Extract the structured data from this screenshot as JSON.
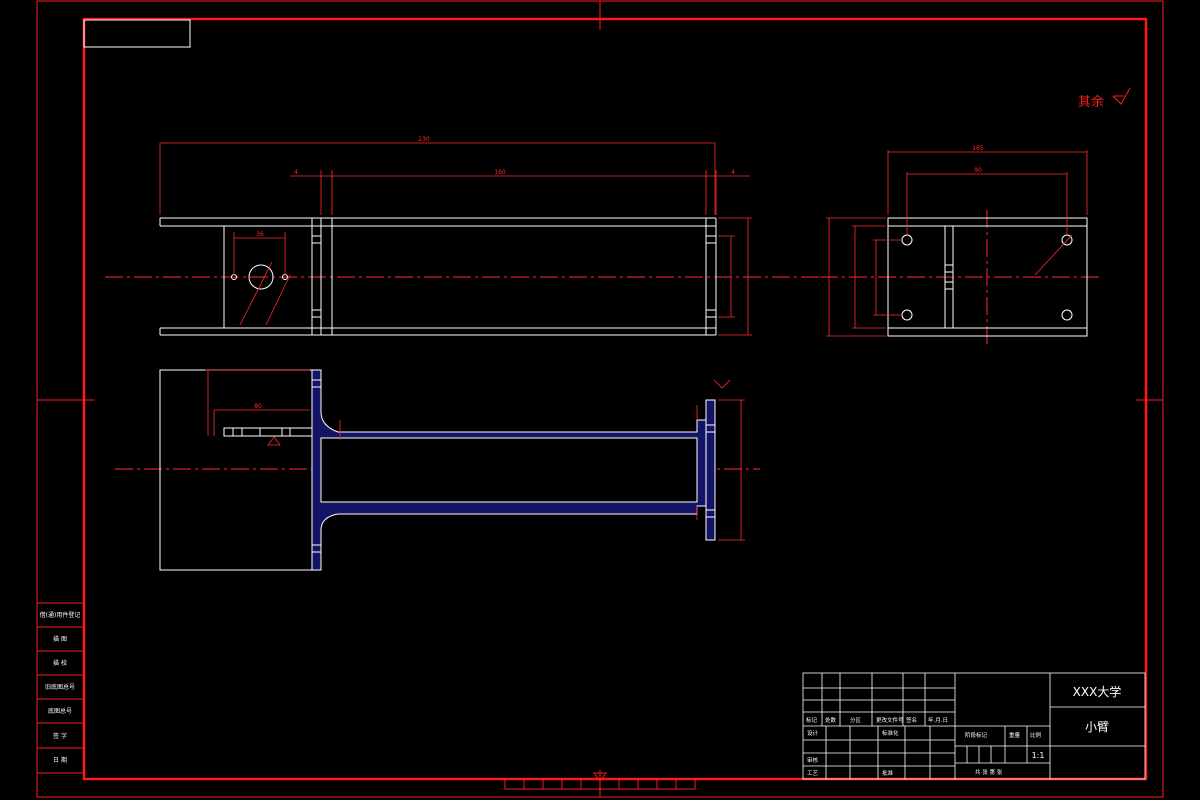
{
  "title_block": {
    "school": "XXX大学",
    "part_name": "小臂",
    "scale_label": "比例",
    "scale_value": "1:1",
    "weight_label": "重量",
    "stage_label": "阶段标记",
    "sheet_label": "共  张  第  张",
    "rev_headers": [
      "标记",
      "处数",
      "分区",
      "更改文件号",
      "签名",
      "年.月.日"
    ],
    "design_label": "设计",
    "std_label": "标准化",
    "review_label": "审核",
    "process_label": "工艺",
    "approve_label": "批准"
  },
  "side_labels": [
    "借(通)用件登记",
    "描  图",
    "描  校",
    "旧底图总号",
    "底图总号",
    "签  字",
    "日  期"
  ],
  "roughness_note": "其余",
  "dimensions": {
    "front_overall": "230",
    "front_left_gap": "4",
    "front_mid": "160",
    "front_right_gap": "4",
    "front_hole_spacing": "36",
    "side_overall": "165",
    "side_holes": "90",
    "plan_offset": "80"
  },
  "colors": {
    "frame": "#ff1a1a",
    "geometry": "#ffffff",
    "dimension": "#ff2a2a",
    "fill": "#141466"
  }
}
